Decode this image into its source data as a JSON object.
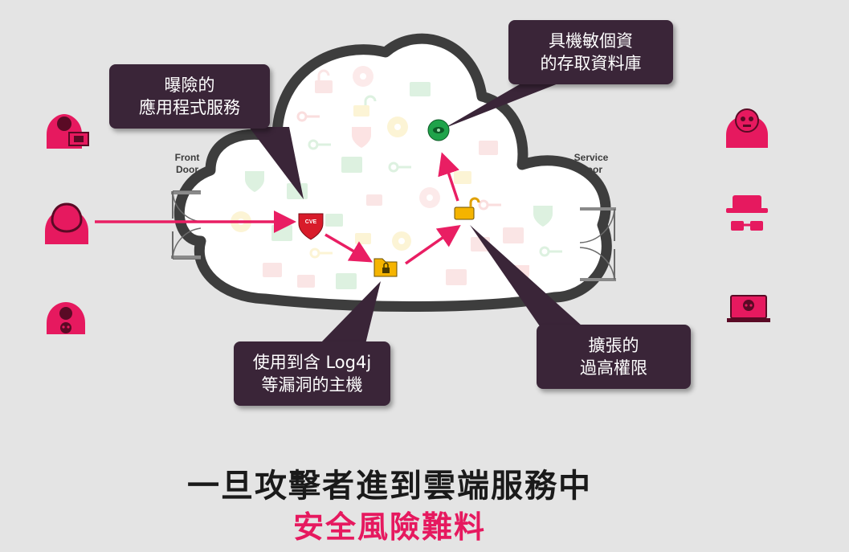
{
  "callouts": {
    "exposed_app": {
      "line1": "曝險的",
      "line2": "應用程式服務"
    },
    "sensitive_db": {
      "line1": "具機敏個資",
      "line2": "的存取資料庫"
    },
    "log4j_host": {
      "line1": "使用到含 Log4j",
      "line2": "等漏洞的主機"
    },
    "privilege": {
      "line1": "擴張的",
      "line2": "過高權限"
    }
  },
  "doors": {
    "front": {
      "line1": "Front",
      "line2": "Door"
    },
    "service": {
      "line1": "Service",
      "line2": "Door"
    }
  },
  "headline": {
    "line1": "一旦攻擊者進到雲端服務中",
    "line2": "安全風險難料"
  },
  "node_labels": {
    "cve_shield": "CVE"
  },
  "colors": {
    "background": "#e4e4e4",
    "callout_bg": "#3a2538",
    "accent_pink": "#e91e63",
    "headline_dark": "#1a1a1a",
    "headline_pink": "#e6195f",
    "shield_red": "#d81b2a",
    "lock_yellow": "#f5b400",
    "eye_green": "#1fa34a"
  },
  "icons": {
    "attackers_left": [
      "hacker-laptop-icon",
      "hooded-person-icon",
      "hacker-skull-icon"
    ],
    "attackers_right": [
      "masked-hacker-icon",
      "spy-hat-icon",
      "laptop-skull-icon"
    ],
    "path_nodes": [
      "cve-shield-icon",
      "locked-folder-icon",
      "unlocked-lock-icon",
      "eye-database-icon"
    ]
  }
}
